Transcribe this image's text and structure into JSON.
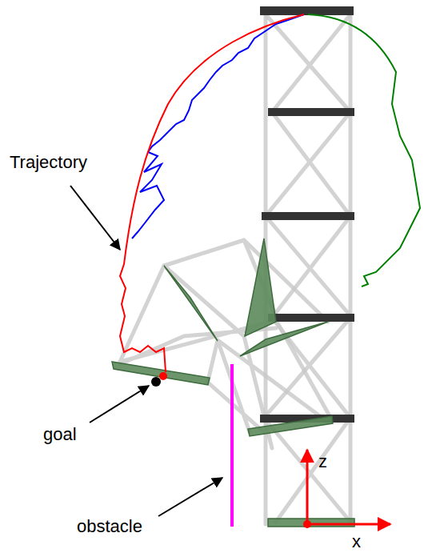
{
  "diagram": {
    "labels": [
      "Trajectory",
      "goal",
      "obstacle",
      "z",
      "x"
    ]
  }
}
